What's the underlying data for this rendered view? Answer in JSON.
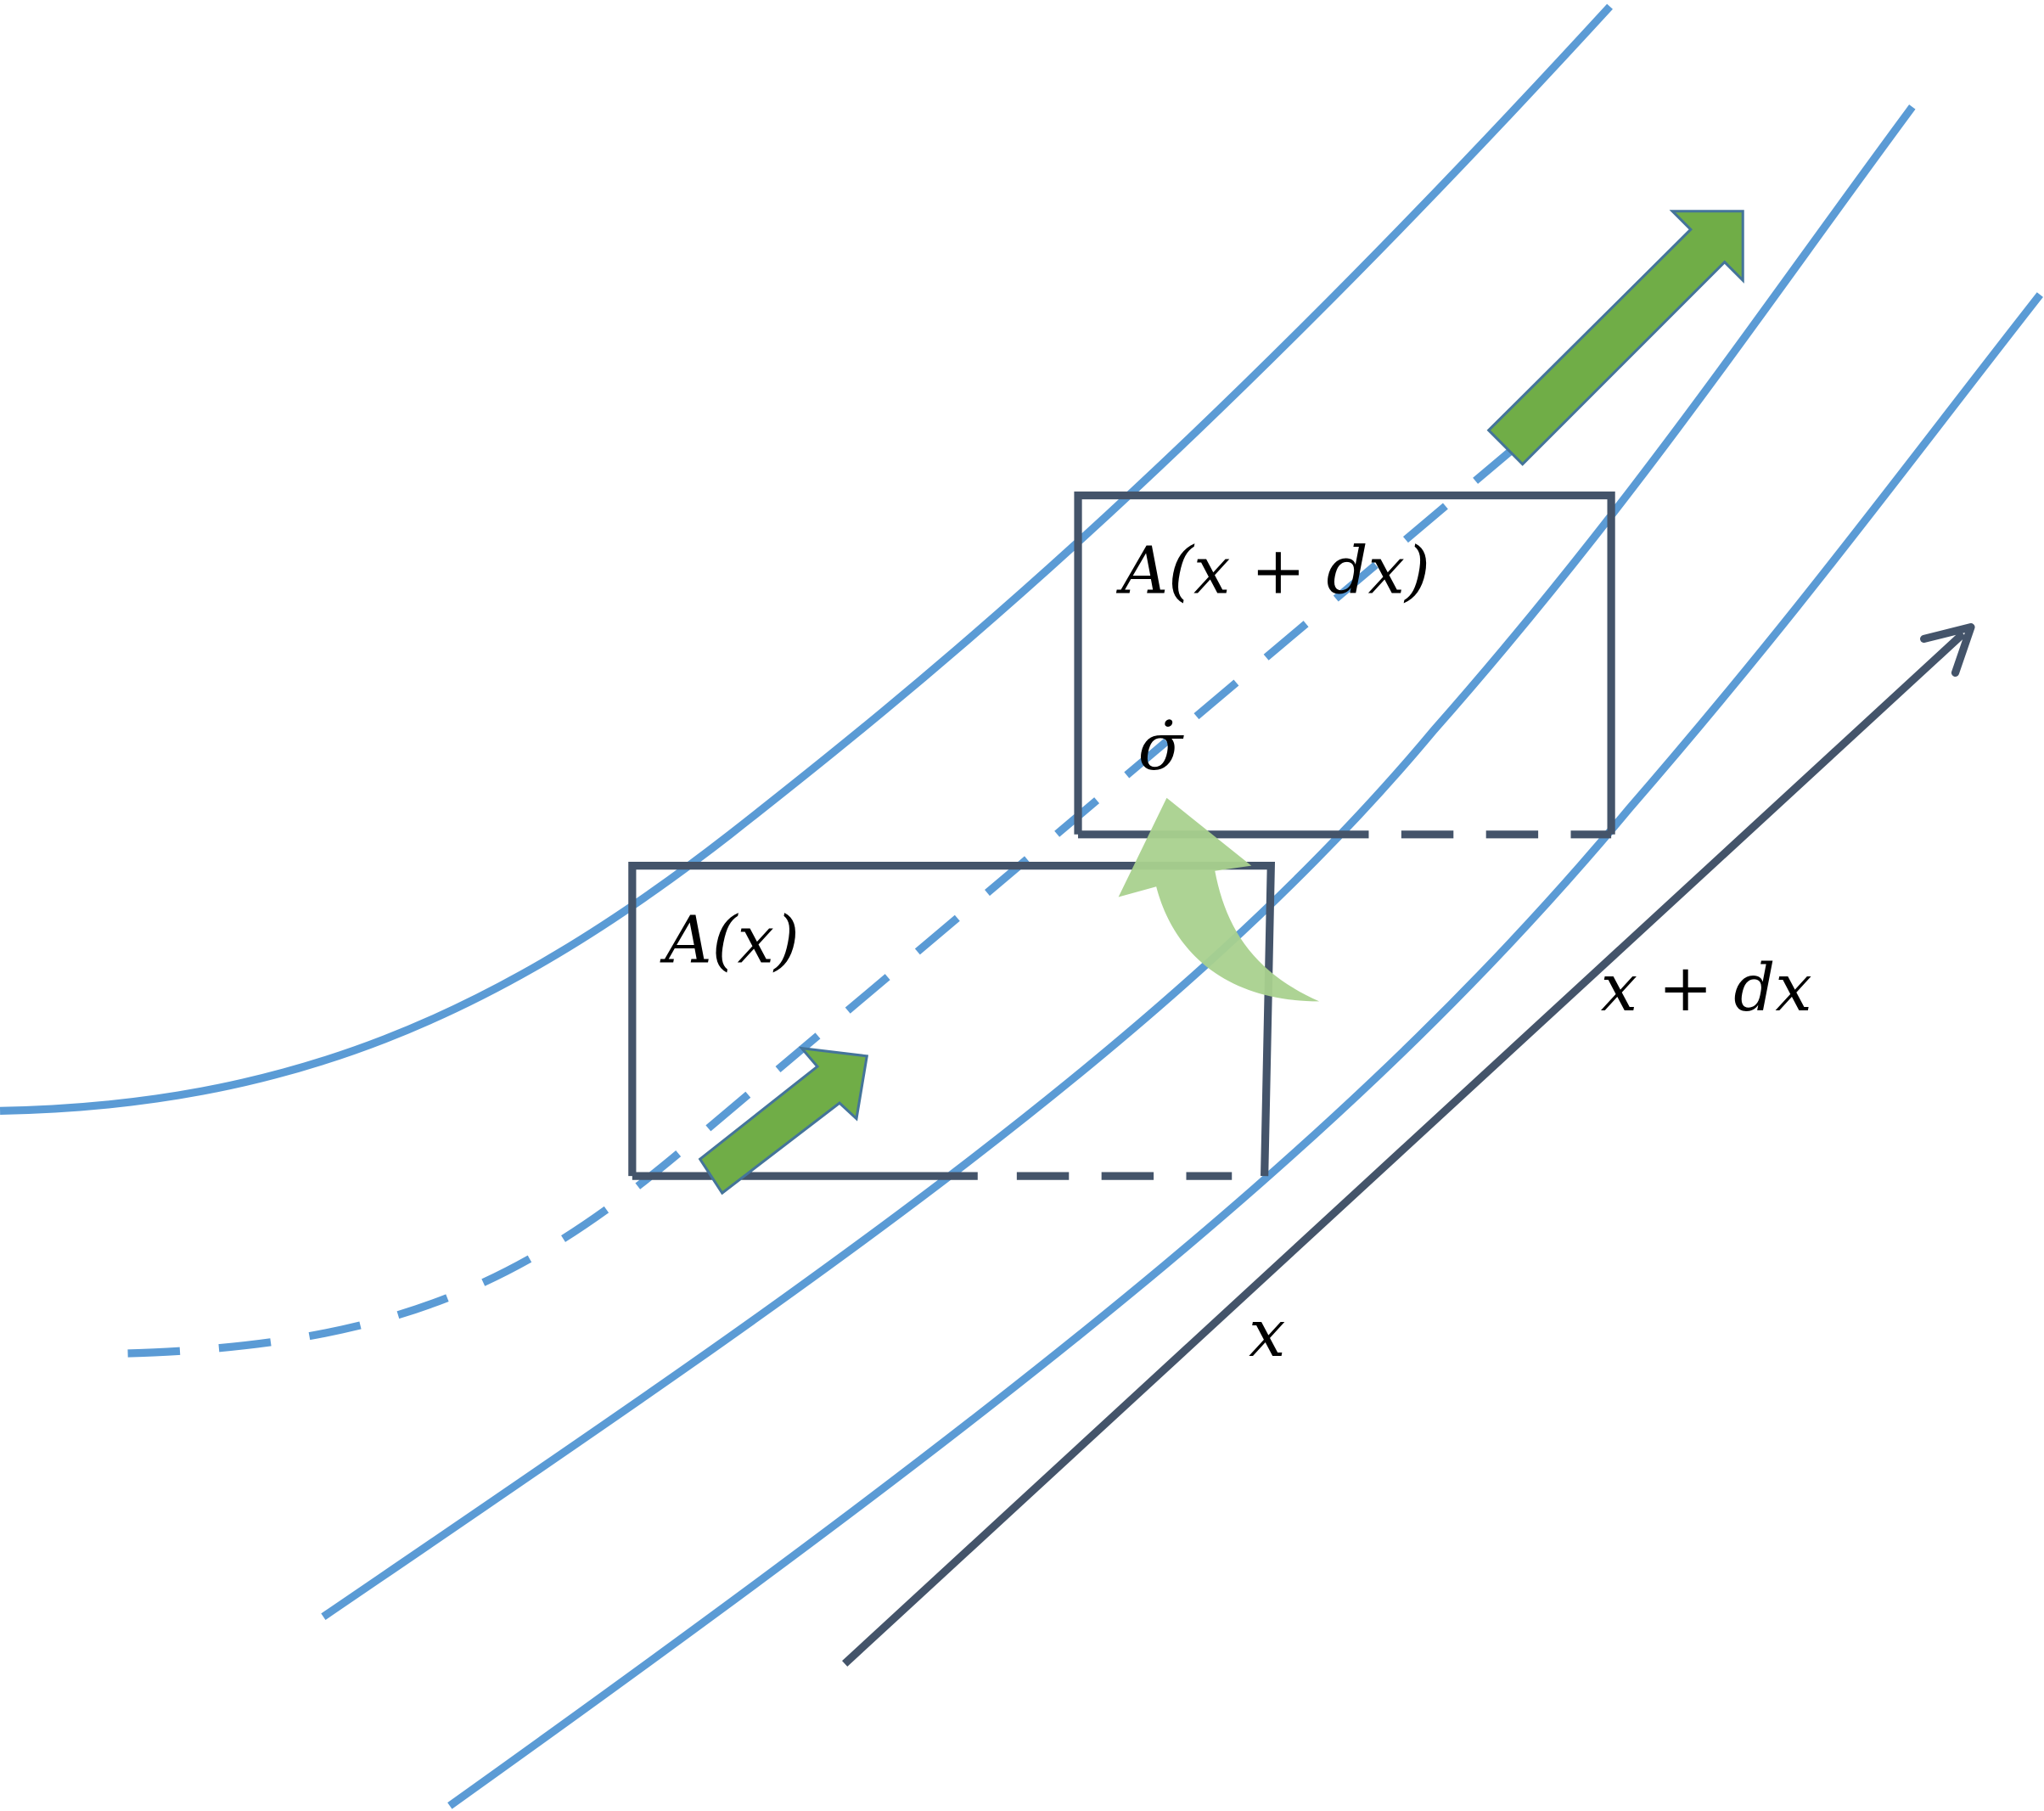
{
  "labels": {
    "area_upper": "A(x + dx)",
    "sigma_dot": "σ̇",
    "area_lower": "A(x)",
    "position_upper": "x + dx",
    "position_lower": "x"
  },
  "colors": {
    "streamline": "#5b9bd5",
    "box": "#44546a",
    "arrow_green": "#70ad47",
    "arrow_green_light": "#a9d18e"
  }
}
